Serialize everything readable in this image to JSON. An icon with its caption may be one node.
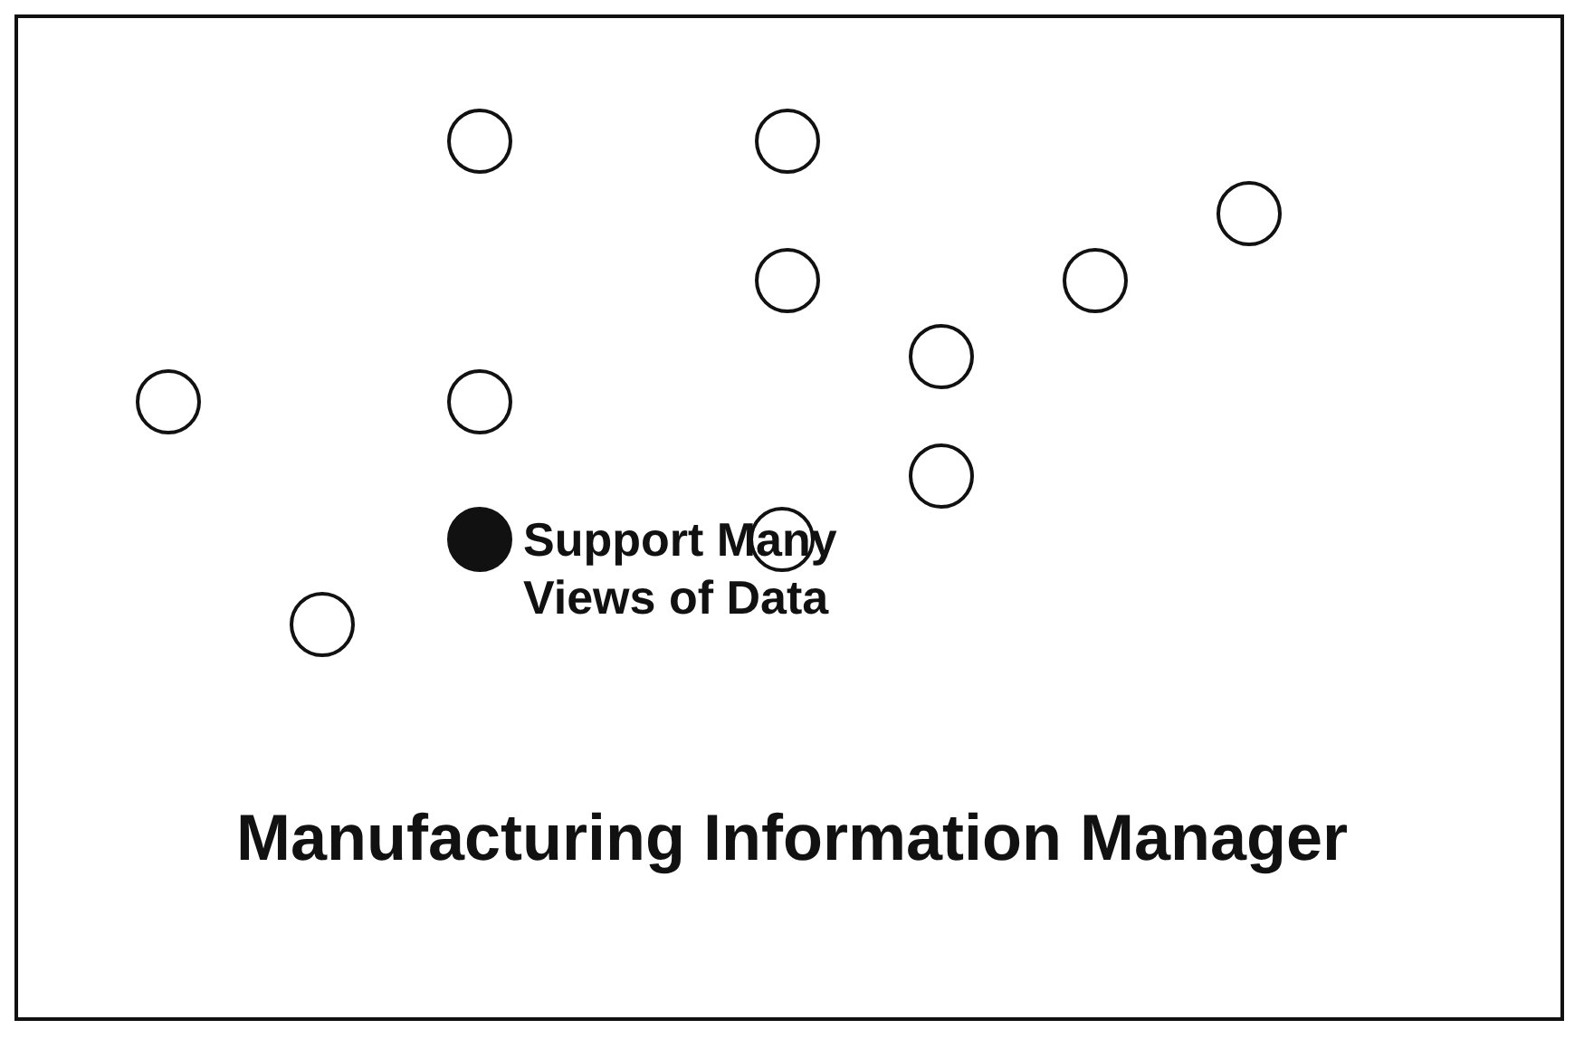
{
  "diagram": {
    "title": "Manufacturing Information Manager",
    "nodes": [
      {
        "text": [],
        "shape": "circle"
      },
      {
        "text": [],
        "shape": "circle"
      },
      {
        "text": [],
        "shape": "circle"
      },
      {
        "text": [],
        "shape": "circle"
      },
      {
        "text": [],
        "shape": "circle"
      },
      {
        "text": [],
        "shape": "circle"
      },
      {
        "text": [],
        "shape": "circle"
      },
      {
        "text": [],
        "shape": "circle"
      },
      {
        "text": [],
        "shape": "circle"
      },
      {
        "text": [],
        "shape": "circle",
        "beside": [
          "Support Many Views of Data"
        ]
      },
      {
        "text": [],
        "shape": "circle"
      },
      {
        "text": [],
        "shape": "circle"
      }
    ],
    "edges": []
  }
}
